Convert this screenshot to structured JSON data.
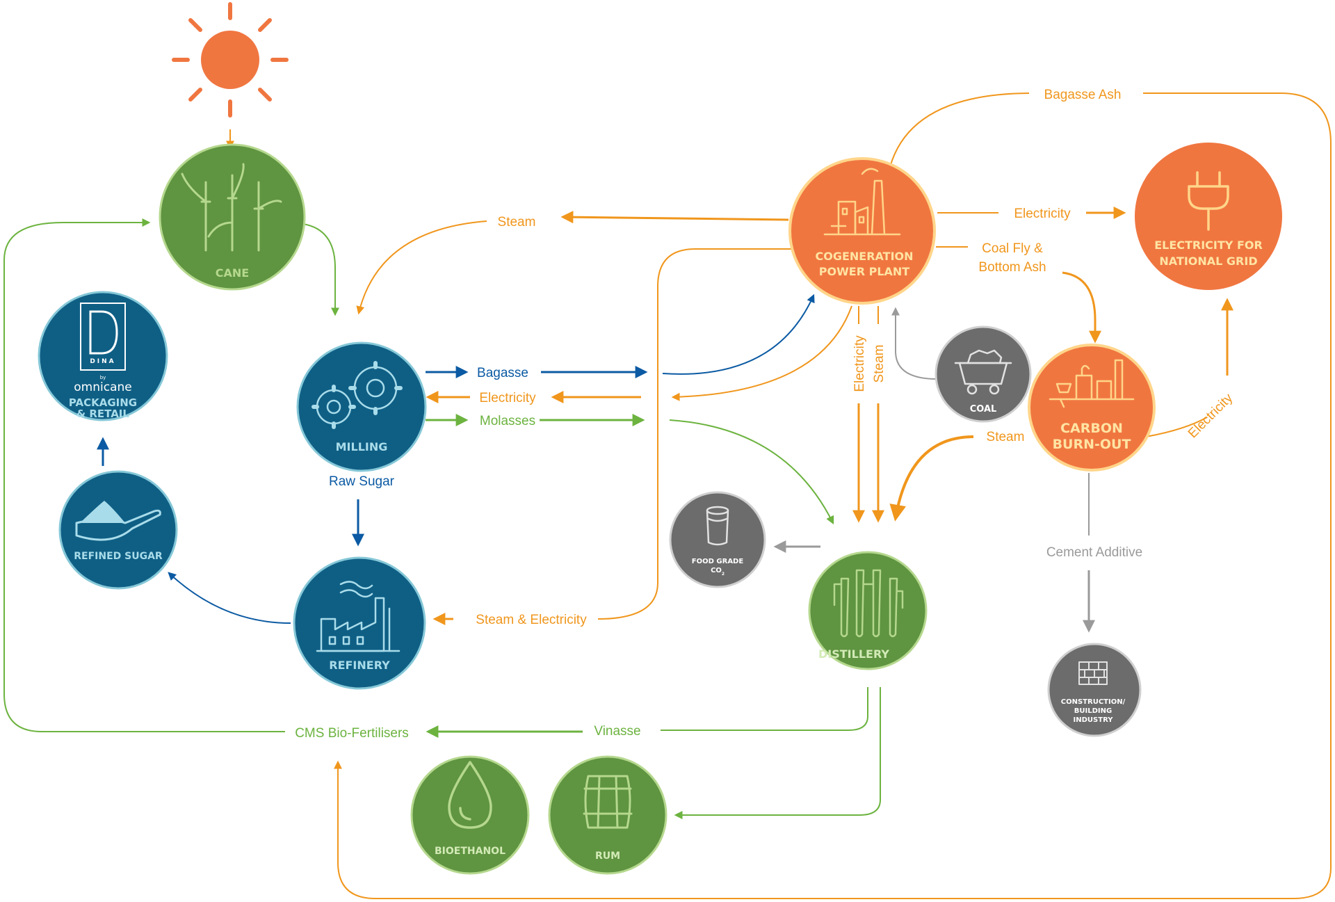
{
  "colors": {
    "green": "#5f9441",
    "blue": "#0f5f85",
    "orange": "#f07640",
    "gray": "#6c6c6c",
    "orange_line": "#f0961c",
    "green_line": "#6cb33f",
    "blue_line": "#0b5aa3",
    "gray_line": "#9a9a9a"
  },
  "nodes": {
    "cane": "CANE",
    "milling": "MILLING",
    "refinery": "REFINERY",
    "refined_sugar": "REFINED SUGAR",
    "packaging_brand": "DINA",
    "packaging_by": "by",
    "packaging_company": "omnicane",
    "packaging_line1": "PACKAGING",
    "packaging_line2": "& RETAIL",
    "cogen_line1": "COGENERATION",
    "cogen_line2": "POWER PLANT",
    "grid_line1": "ELECTRICITY FOR",
    "grid_line2": "NATIONAL GRID",
    "coal": "COAL",
    "carbon_line1": "CARBON",
    "carbon_line2": "BURN-OUT",
    "co2_line1": "FOOD GRADE",
    "co2_line2": "CO",
    "co2_sub": "2",
    "distillery": "DISTILLERY",
    "construction_line1": "CONSTRUCTION/",
    "construction_line2": "BUILDING",
    "construction_line3": "INDUSTRY",
    "bioethanol": "BIOETHANOL",
    "rum": "RUM"
  },
  "flows": {
    "bagasse_ash": "Bagasse Ash",
    "steam_top": "Steam",
    "electricity_grid": "Electricity",
    "coal_ash_line1": "Coal Fly &",
    "coal_ash_line2": "Bottom Ash",
    "bagasse": "Bagasse",
    "electricity_mill": "Electricity",
    "molasses": "Molasses",
    "raw_sugar": "Raw Sugar",
    "electricity_vertical": "Electricity",
    "steam_vertical": "Steam",
    "steam_carbon": "Steam",
    "electricity_carbon": "Electricity",
    "cement_additive": "Cement Additive",
    "steam_electricity": "Steam & Electricity",
    "vinasse": "Vinasse",
    "bio_fertilisers": "CMS Bio-Fertilisers"
  }
}
